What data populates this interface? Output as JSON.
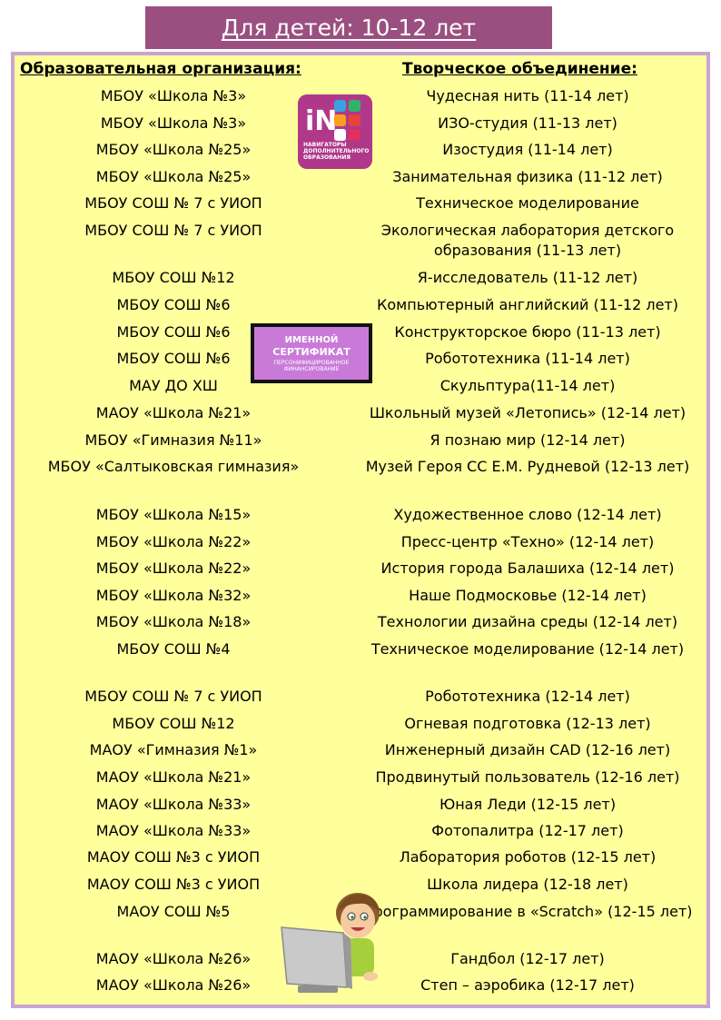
{
  "title": "Для детей: 10-12 лет",
  "headers": {
    "org": "Образовательная организация:",
    "club": "Творческое объединение:"
  },
  "logo": {
    "text": "iN",
    "caption": "НАВИГАТОРЫ ДОПОЛНИТЕЛЬНОГО ОБРАЗОВАНИЯ"
  },
  "certificate": {
    "line1": "ИМЕННОЙ",
    "line2": "СЕРТИФИКАТ",
    "line3": "ПЕРСОНИФИЦИРОВАННОЕ ФИНАНСИРОВАНИЕ"
  },
  "rows": [
    {
      "org": "МБОУ «Школа №3»",
      "club": "Чудесная нить (11-14 лет)"
    },
    {
      "org": "МБОУ «Школа №3»",
      "club": "ИЗО-студия (11-13 лет)"
    },
    {
      "org": "МБОУ «Школа №25»",
      "club": "Изостудия (11-14 лет)"
    },
    {
      "org": "МБОУ «Школа №25»",
      "club": "Занимательная физика (11-12 лет)"
    },
    {
      "org": "МБОУ СОШ № 7 с УИОП",
      "club": "Техническое моделирование"
    },
    {
      "org": "МБОУ СОШ № 7 с УИОП",
      "club": "Экологическая лаборатория детского образования (11-13 лет)"
    },
    {
      "org": "МБОУ СОШ №12",
      "club": "Я-исследователь (11-12 лет)"
    },
    {
      "org": "МБОУ СОШ №6",
      "club": "Компьютерный английский (11-12 лет)"
    },
    {
      "org": "МБОУ СОШ №6",
      "club": "Конструкторское бюро (11-13 лет)"
    },
    {
      "org": "МБОУ СОШ №6",
      "club": "Робототехника (11-14 лет)"
    },
    {
      "org": "МАУ ДО ХШ",
      "club": "Скульптура(11-14 лет)"
    },
    {
      "org": "МАОУ «Школа №21»",
      "club": "Школьный музей «Летопись» (12-14 лет)"
    },
    {
      "org": "МБОУ «Гимназия №11»",
      "club": "Я познаю мир (12-14 лет)"
    },
    {
      "org": "МБОУ «Салтыковская гимназия»",
      "club": "Музей Героя СС Е.М. Рудневой (12-13 лет)"
    },
    {
      "org": "МБОУ «Школа №15»",
      "club": "Художественное слово (12-14 лет)"
    },
    {
      "org": "МБОУ «Школа №22»",
      "club": "Пресс-центр «Техно» (12-14 лет)"
    },
    {
      "org": "МБОУ «Школа №22»",
      "club": "История города Балашиха (12-14 лет)"
    },
    {
      "org": "МБОУ «Школа №32»",
      "club": "Наше Подмосковье (12-14 лет)"
    },
    {
      "org": "МБОУ «Школа №18»",
      "club": "Технологии дизайна среды (12-14 лет)"
    },
    {
      "org": "МБОУ СОШ №4",
      "club": "Техническое моделирование (12-14 лет)"
    },
    {
      "org": "МБОУ СОШ № 7 с УИОП",
      "club": "Робототехника (12-14 лет)"
    },
    {
      "org": "МБОУ СОШ №12",
      "club": "Огневая подготовка (12-13 лет)"
    },
    {
      "org": "МАОУ «Гимназия №1»",
      "club": "Инженерный дизайн CAD (12-16 лет)"
    },
    {
      "org": "МАОУ «Школа №21»",
      "club": "Продвинутый пользователь (12-16 лет)"
    },
    {
      "org": "МАОУ «Школа №33»",
      "club": "Юная Леди (12-15 лет)"
    },
    {
      "org": "МАОУ «Школа №33»",
      "club": "Фотопалитра (12-17 лет)"
    },
    {
      "org": "МАОУ СОШ №3 с УИОП",
      "club": "Лаборатория роботов (12-15 лет)"
    },
    {
      "org": "МАОУ СОШ №3 с УИОП",
      "club": "Школа лидера (12-18 лет)"
    },
    {
      "org": "МАОУ СОШ №5",
      "club": "Программирование в «Scratch» (12-15 лет)"
    },
    {
      "org": "МАОУ «Школа №26»",
      "club": "Гандбол (12-17 лет)"
    },
    {
      "org": "МАОУ «Школа №26»",
      "club": "Степ – аэробика (12-17 лет)"
    }
  ]
}
